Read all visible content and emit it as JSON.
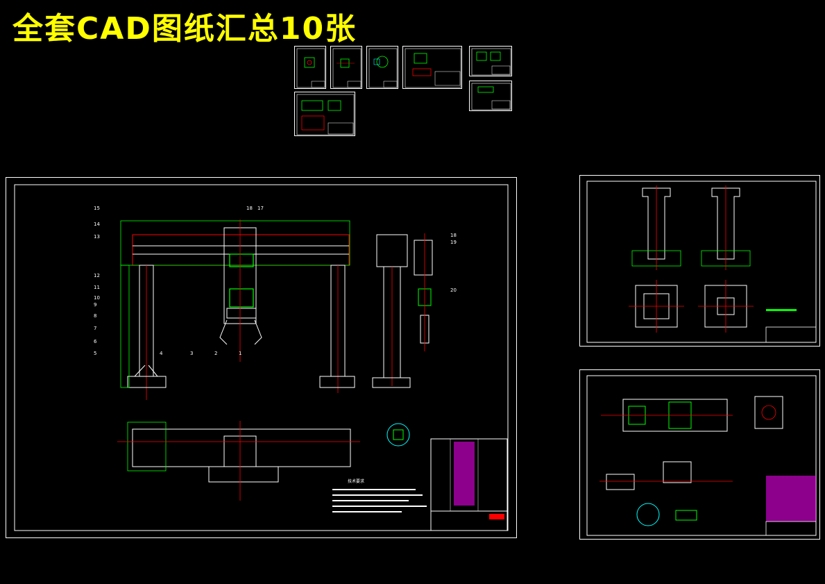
{
  "banner": {
    "title": "全套CAD图纸汇总10张"
  },
  "main_drawing": {
    "balloons_left": [
      "15",
      "14",
      "13",
      "12",
      "11",
      "10",
      "9",
      "8",
      "7",
      "6",
      "5"
    ],
    "balloons_bottom": [
      "4",
      "3",
      "2",
      "1"
    ],
    "balloons_top": [
      "18",
      "17"
    ],
    "balloons_side": [
      "18",
      "19",
      "20"
    ],
    "notes_heading": "技术要求"
  },
  "colors": {
    "frame": "#ffffff",
    "outline_green": "#00ff00",
    "centerline_red": "#ff0000",
    "bom_magenta": "#ff00ff",
    "part_cyan": "#00ffff",
    "title_yellow": "#ffff00"
  }
}
